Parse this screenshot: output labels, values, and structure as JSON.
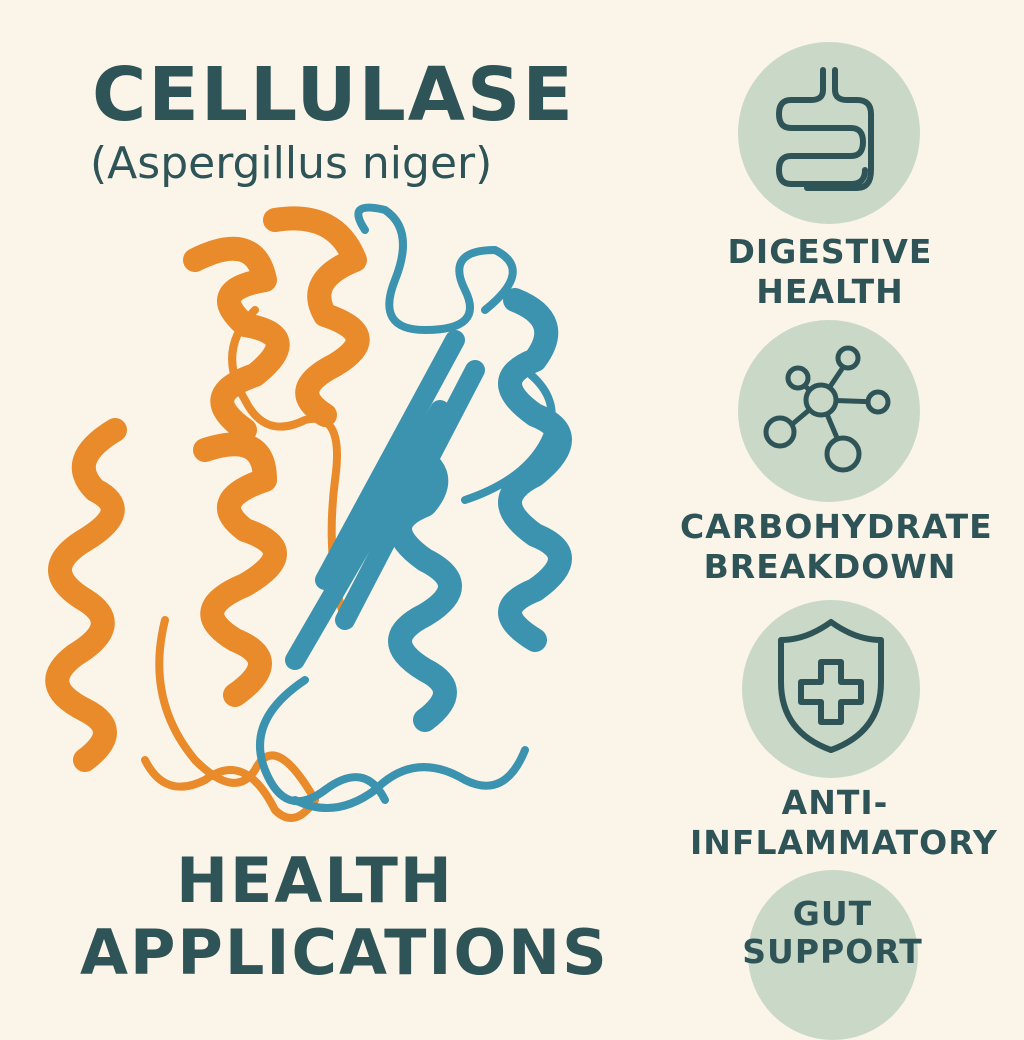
{
  "heading": {
    "title": "CELLULASE",
    "subtitle": "(Aspergillus niger)"
  },
  "footer": {
    "line1": "HEALTH",
    "line2": "APPLICATIONS"
  },
  "benefits": [
    {
      "icon": "intestine-icon",
      "line1": "DIGESTIVE",
      "line2": "HEALTH"
    },
    {
      "icon": "molecule-icon",
      "line1": "CARBOHYDRATE",
      "line2": "BREAKDOWN"
    },
    {
      "icon": "shield-cross-icon",
      "line1": "ANTI-",
      "line2": "INFLAMMATORY"
    },
    {
      "line1": "GUT",
      "line2": "SUPPORT"
    }
  ],
  "colors": {
    "background": "#fbf5e9",
    "text": "#2f5457",
    "circle": "#c9d8c7",
    "protein_orange": "#e98a2b",
    "protein_blue": "#3b93b0"
  }
}
